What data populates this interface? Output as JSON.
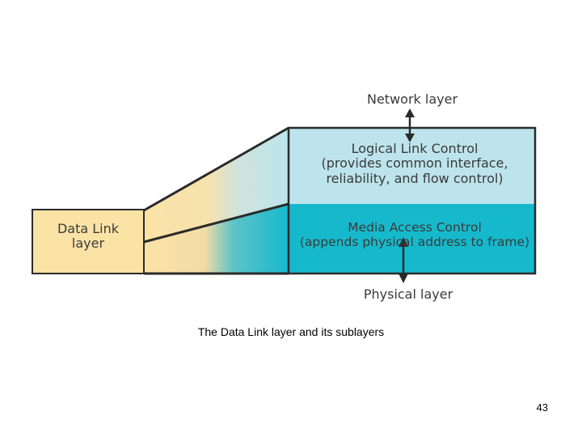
{
  "diagram": {
    "network_layer": "Network layer",
    "physical_layer": "Physical layer",
    "data_link": {
      "line1": "Data Link",
      "line2": "layer"
    },
    "llc": {
      "line1": "Logical Link Control",
      "line2": "(provides common interface,",
      "line3": "reliability, and flow control)"
    },
    "mac": {
      "line1": "Media Access Control",
      "line2": "(appends physical address to frame)"
    },
    "colors": {
      "data_link_fill": "#fbe3a6",
      "llc_fill": "#bde4ec",
      "mac_fill": "#16b9cc",
      "outline": "#2b2b2b"
    }
  },
  "caption": "The Data Link layer and its sublayers",
  "page_number": "43"
}
